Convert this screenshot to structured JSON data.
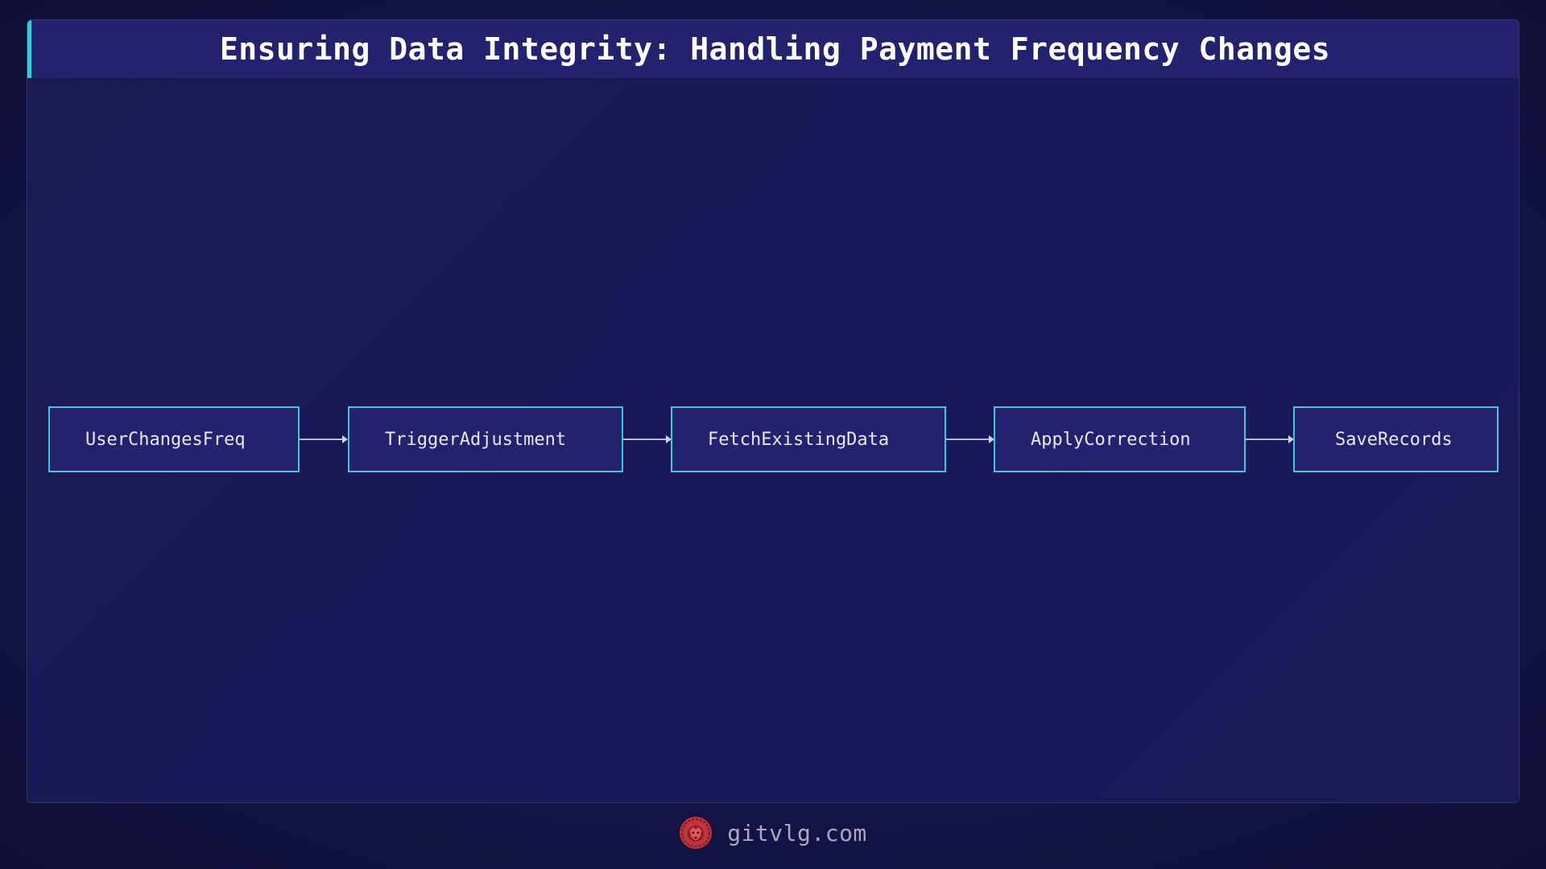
{
  "title": "Ensuring Data Integrity: Handling Payment Frequency Changes",
  "flow": {
    "nodes": [
      {
        "label": "UserChangesFreq"
      },
      {
        "label": "TriggerAdjustment"
      },
      {
        "label": "FetchExistingData"
      },
      {
        "label": "ApplyCorrection"
      },
      {
        "label": "SaveRecords"
      }
    ]
  },
  "footer": {
    "logo_icon": "lion-logo-icon",
    "site": "gitvlg.com"
  },
  "colors": {
    "accent": "#3bc9d8",
    "node_fill": "#22226e",
    "background": "#141448",
    "logo": "#c0343c"
  }
}
